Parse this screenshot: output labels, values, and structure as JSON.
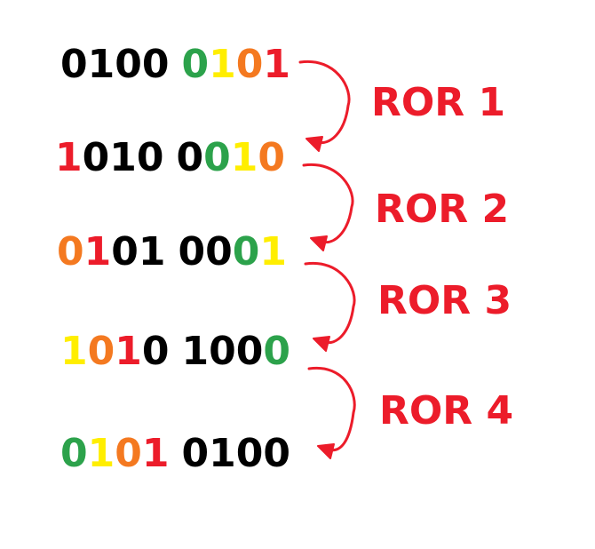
{
  "colors": {
    "black": "#000000",
    "green": "#2ca24b",
    "yellow": "#ffee00",
    "orange": "#f47920",
    "red": "#ec1c2a",
    "arrow": "#ec1c2a",
    "label": "#ec1c2a"
  },
  "rows": [
    {
      "bits": [
        {
          "d": "0",
          "c": "black"
        },
        {
          "d": "1",
          "c": "black"
        },
        {
          "d": "0",
          "c": "black"
        },
        {
          "d": "0",
          "c": "black"
        },
        {
          "d": "0",
          "c": "green"
        },
        {
          "d": "1",
          "c": "yellow"
        },
        {
          "d": "0",
          "c": "orange"
        },
        {
          "d": "1",
          "c": "red"
        }
      ]
    },
    {
      "bits": [
        {
          "d": "1",
          "c": "red"
        },
        {
          "d": "0",
          "c": "black"
        },
        {
          "d": "1",
          "c": "black"
        },
        {
          "d": "0",
          "c": "black"
        },
        {
          "d": "0",
          "c": "black"
        },
        {
          "d": "0",
          "c": "green"
        },
        {
          "d": "1",
          "c": "yellow"
        },
        {
          "d": "0",
          "c": "orange"
        }
      ]
    },
    {
      "bits": [
        {
          "d": "0",
          "c": "orange"
        },
        {
          "d": "1",
          "c": "red"
        },
        {
          "d": "0",
          "c": "black"
        },
        {
          "d": "1",
          "c": "black"
        },
        {
          "d": "0",
          "c": "black"
        },
        {
          "d": "0",
          "c": "black"
        },
        {
          "d": "0",
          "c": "green"
        },
        {
          "d": "1",
          "c": "yellow"
        }
      ]
    },
    {
      "bits": [
        {
          "d": "1",
          "c": "yellow"
        },
        {
          "d": "0",
          "c": "orange"
        },
        {
          "d": "1",
          "c": "red"
        },
        {
          "d": "0",
          "c": "black"
        },
        {
          "d": "1",
          "c": "black"
        },
        {
          "d": "0",
          "c": "black"
        },
        {
          "d": "0",
          "c": "black"
        },
        {
          "d": "0",
          "c": "green"
        }
      ]
    },
    {
      "bits": [
        {
          "d": "0",
          "c": "green"
        },
        {
          "d": "1",
          "c": "yellow"
        },
        {
          "d": "0",
          "c": "orange"
        },
        {
          "d": "1",
          "c": "red"
        },
        {
          "d": "0",
          "c": "black"
        },
        {
          "d": "1",
          "c": "black"
        },
        {
          "d": "0",
          "c": "black"
        },
        {
          "d": "0",
          "c": "black"
        }
      ]
    }
  ],
  "steps": [
    {
      "label": "ROR 1"
    },
    {
      "label": "ROR 2"
    },
    {
      "label": "ROR 3"
    },
    {
      "label": "ROR 4"
    }
  ]
}
